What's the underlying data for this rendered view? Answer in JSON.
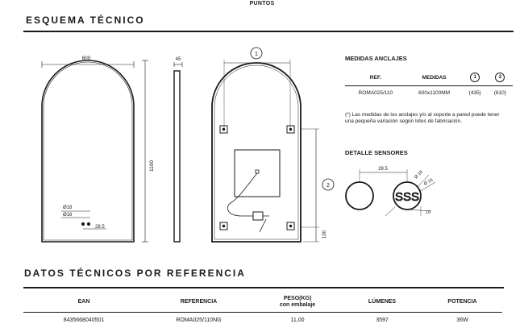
{
  "header": {
    "top_label": "PUNTOS"
  },
  "esquema": {
    "title": "ESQUEMA TÉCNICO",
    "dims": {
      "width": "600",
      "height": "1100",
      "depth": "45",
      "diameter_18": "Ø18",
      "diameter_16": "Ø16",
      "sensor_spacing": "28.5",
      "callout_1": "1",
      "callout_2": "2",
      "bottom_anchor": "100"
    }
  },
  "anclajes": {
    "title": "MEDIDAS ANCLAJES",
    "headers": {
      "ref": "REF.",
      "medidas": "MEDIDAS",
      "col1": "1",
      "col2": "2"
    },
    "row": {
      "ref": "ROMA025/110",
      "medidas": "600x1100MM",
      "v1": "(435)",
      "v2": "(610)"
    },
    "note": "(*) Las medidas de los anclajes y/o al soporte a pared puede tener una pequeña variación según lotes de fabricación."
  },
  "sensores": {
    "title": "DETALLE SENSORES",
    "spacing": "28.5",
    "d18": "Ø 18",
    "d16": "Ø 16",
    "small": "10",
    "logo_text": "SSS"
  },
  "datos": {
    "title": "DATOS TÉCNICOS POR REFERENCIA",
    "headers": {
      "ean": "EAN",
      "referencia": "REFERENCIA",
      "peso_line1": "PESO(KG)",
      "peso_line2": "con embalaje",
      "lumenes": "LÚMENES",
      "potencia": "POTENCIA"
    },
    "row": {
      "ean": "8435668040501",
      "referencia": "ROMA025/110NG",
      "peso": "11,00",
      "lumenes": "3597",
      "potencia": "36W"
    }
  }
}
